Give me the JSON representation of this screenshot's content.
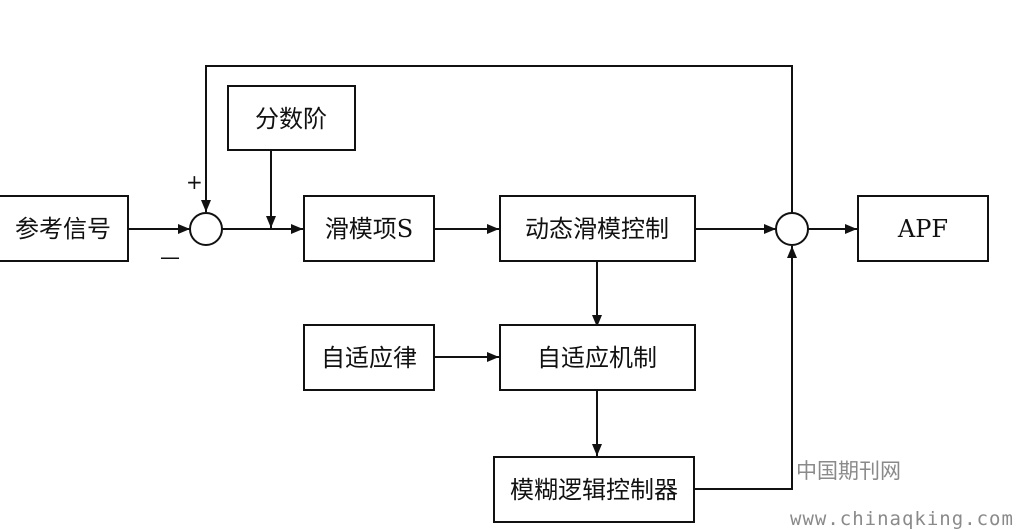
{
  "blocks": {
    "reference_signal": "参考信号",
    "fractional_order": "分数阶",
    "sliding_term": "滑模项S",
    "dynamic_sliding_control": "动态滑模控制",
    "apf": "APF",
    "adaptive_law": "自适应律",
    "adaptive_mechanism": "自适应机制",
    "fuzzy_logic_controller": "模糊逻辑控制器"
  },
  "junctions": {
    "plus_sign": "+",
    "minus_sign": "—"
  },
  "watermark": {
    "site_name": "中国期刊网",
    "site_url": "www.chinaqking.com"
  },
  "colors": {
    "line": "#111111",
    "watermark": "#8a8a8a",
    "background": "#ffffff"
  }
}
